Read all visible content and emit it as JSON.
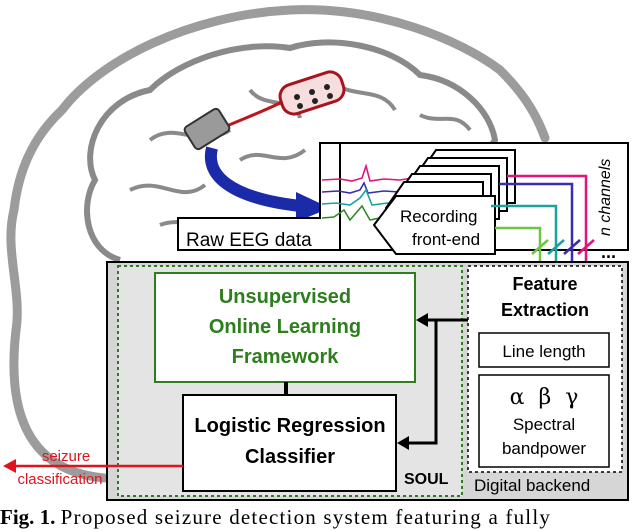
{
  "figure": {
    "raw_eeg_label": "Raw EEG data",
    "recording_front_end": [
      "Recording",
      "front-end"
    ],
    "n_channels_label": "n channels",
    "ellipsis": "...",
    "unsupervised_framework": [
      "Unsupervised",
      "Online Learning",
      "Framework"
    ],
    "classifier": [
      "Logistic Regression",
      "Classifier"
    ],
    "soul_label": "SOUL",
    "feature_extraction": [
      "Feature",
      "Extraction"
    ],
    "line_length": "Line length",
    "greek_letters": "α  β  γ",
    "spectral_bandpower": [
      "Spectral",
      "bandpower"
    ],
    "digital_backend": "Digital backend",
    "output_label": [
      "seizure",
      "classification"
    ],
    "colors": {
      "framework_green": "#2e7d1e",
      "output_red": "#e0141e",
      "brain_arrow_blue": "#1a2aa8",
      "channel_colors": [
        "#e0147a",
        "#3a2cb0",
        "#19a39b",
        "#6cc63f"
      ]
    }
  },
  "caption": {
    "label": "Fig.  1.",
    "text": "Proposed seizure detection system featuring a fully"
  }
}
